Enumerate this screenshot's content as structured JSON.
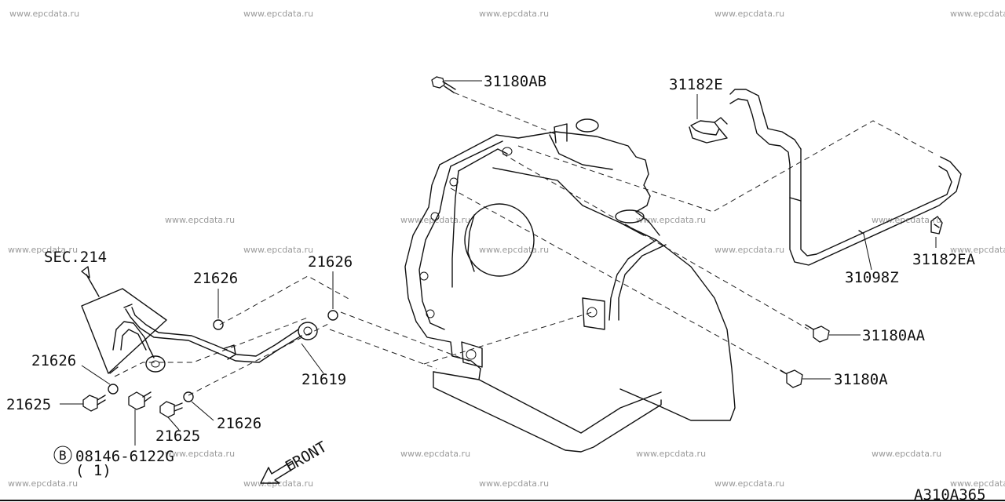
{
  "watermark": "www.epcdata.ru",
  "diagram_id": "A310A365",
  "labels": {
    "bolt_top": "31180AB",
    "clamp": "31182E",
    "clip": "31182EA",
    "hose": "31098Z",
    "bolt_mid": "31180AA",
    "bolt_low": "31180A",
    "section": "SEC.214",
    "washer_a": "21626",
    "washer_b": "21626",
    "washer_c": "21626",
    "washer_d": "21626",
    "bolt_left": "21625",
    "bolt_center": "21625",
    "tube": "21619",
    "bolt_b_mark": "B",
    "bolt_b": "08146-6122G",
    "bolt_b_qty": "( 1)",
    "front": "FRONT"
  }
}
